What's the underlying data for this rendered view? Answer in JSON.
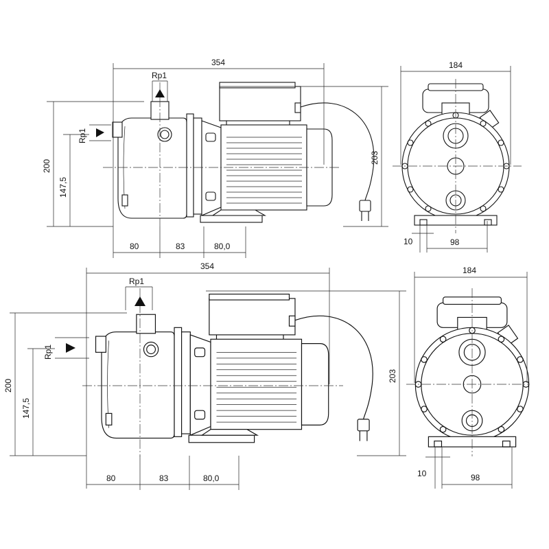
{
  "views": [
    {
      "name": "upper",
      "dims": {
        "total_length": "354",
        "inlet_top": "Rp1",
        "inlet_side": "Rp1",
        "height_total": "200",
        "height_inlet": "147,5",
        "height_motor": "203",
        "seg1": "80",
        "seg2": "83",
        "seg3": "80,0",
        "width": "184",
        "foot_offset": "10",
        "foot_width": "98"
      }
    },
    {
      "name": "lower",
      "dims": {
        "total_length": "354",
        "inlet_top": "Rp1",
        "inlet_side": "Rp1",
        "height_total": "200",
        "height_inlet": "147,5",
        "height_motor": "203",
        "seg1": "80",
        "seg2": "83",
        "seg3": "80,0",
        "width": "184",
        "foot_offset": "10",
        "foot_width": "98"
      }
    }
  ]
}
